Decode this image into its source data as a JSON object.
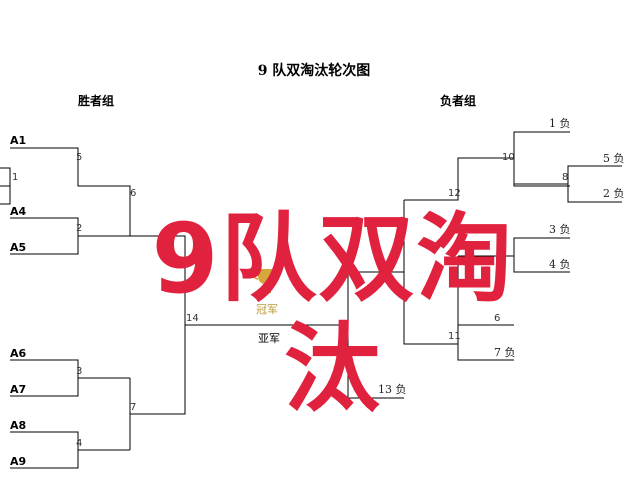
{
  "title": "9 队双淘汰轮次图",
  "winners_header": "胜者组",
  "losers_header": "负者组",
  "teams": [
    "A1",
    "A4",
    "A5",
    "A6",
    "A7",
    "A8",
    "A9"
  ],
  "winners_match_numbers": [
    "1",
    "5",
    "2",
    "6",
    "3",
    "4",
    "7",
    "14"
  ],
  "losers_match_numbers": [
    "10",
    "8",
    "12",
    "6",
    "11"
  ],
  "loser_slots": [
    "1 负",
    "5 负",
    "2 负",
    "3 负",
    "4 负",
    "7 负",
    "13 负"
  ],
  "champion_label": "冠军",
  "runner_up_label": "亚军",
  "banner_text": "9队双淘汰",
  "colors": {
    "line": "#000000",
    "banner": "#e0223f",
    "trophy": "#d4a83a"
  },
  "icons": {
    "trophy": "trophy-icon"
  }
}
